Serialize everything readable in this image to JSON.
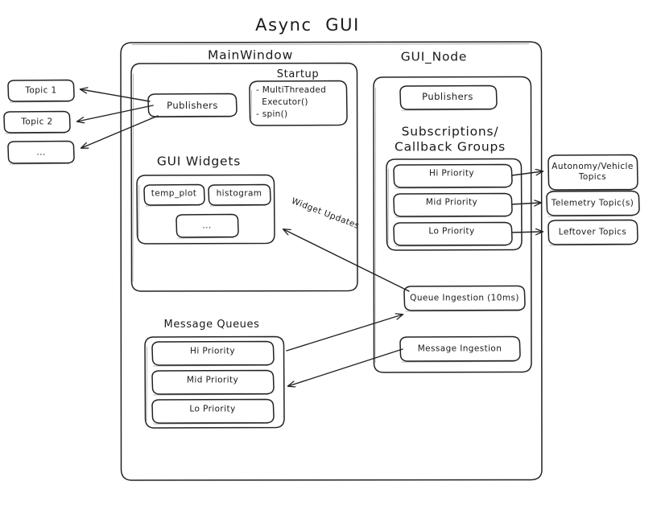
{
  "diagram": {
    "title": "Async  GUI",
    "background_color": "#ffffff",
    "stroke_color": "#222222",
    "text_color": "#1a1a1a"
  },
  "external_topics_left": {
    "items": [
      {
        "label": "Topic 1"
      },
      {
        "label": "Topic 2"
      },
      {
        "label": "..."
      }
    ]
  },
  "external_topics_right": {
    "items": [
      {
        "label": "Autonomy/Vehicle\nTopics"
      },
      {
        "label": "Telemetry Topic(s)"
      },
      {
        "label": "Leftover Topics"
      }
    ]
  },
  "main_window": {
    "title": "MainWindow",
    "publishers": {
      "label": "Publishers"
    },
    "startup": {
      "title": "Startup",
      "items": "- MultiThreaded\n  Executor()\n- spin()"
    },
    "gui_widgets": {
      "title": "GUI Widgets",
      "widgets": [
        {
          "label": "temp_plot"
        },
        {
          "label": "histogram"
        },
        {
          "label": "..."
        }
      ]
    },
    "message_queues": {
      "title": "Message Queues",
      "queues": [
        {
          "label": "Hi Priority"
        },
        {
          "label": "Mid Priority"
        },
        {
          "label": "Lo Priority"
        }
      ]
    }
  },
  "gui_node": {
    "title": "GUI_Node",
    "publishers": {
      "label": "Publishers"
    },
    "subscriptions": {
      "title": "Subscriptions/\nCallback Groups",
      "groups": [
        {
          "label": "Hi Priority"
        },
        {
          "label": "Mid Priority"
        },
        {
          "label": "Lo Priority"
        }
      ]
    },
    "queue_ingestion": {
      "label": "Queue Ingestion (10ms)"
    },
    "message_ingestion": {
      "label": "Message Ingestion"
    }
  },
  "edges": {
    "widget_updates_label": "Widget Updates"
  }
}
